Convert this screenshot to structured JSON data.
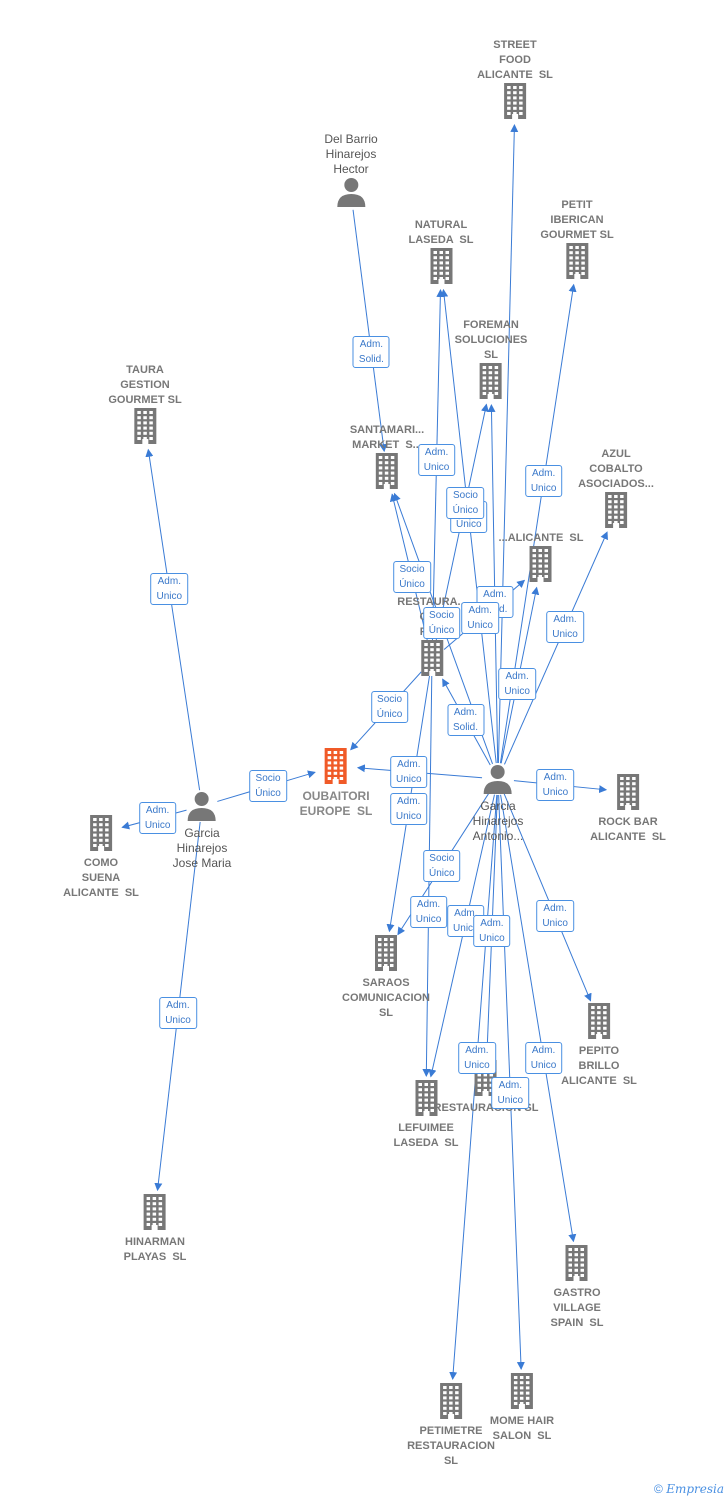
{
  "nodes": {
    "street_food": {
      "label": "STREET\nFOOD\nALICANTE  SL",
      "type": "company"
    },
    "del_barrio": {
      "label": "Del Barrio\nHinarejos\nHector",
      "type": "person"
    },
    "natural_laseda": {
      "label": "NATURAL\nLASEDA  SL",
      "type": "company"
    },
    "petit_iberican": {
      "label": "PETIT\nIBERICAN\nGOURMET SL",
      "type": "company"
    },
    "foreman": {
      "label": "FOREMAN\nSOLUCIONES\nSL",
      "type": "company"
    },
    "taura": {
      "label": "TAURA\nGESTION\nGOURMET SL",
      "type": "company"
    },
    "santamarina": {
      "label": "SANTAMARI...\nMARKET  S...",
      "type": "company"
    },
    "azul_cobalto": {
      "label": "AZUL\nCOBALTO\nASOCIADOS...",
      "type": "company"
    },
    "alicante_sl": {
      "label": "...ALICANTE  SL",
      "type": "company"
    },
    "restaura_gestion": {
      "label": "RESTAURA...\nGE...\nFO...",
      "type": "company"
    },
    "oubaitori": {
      "label": "OUBAITORI\nEUROPE  SL",
      "type": "main"
    },
    "garcia_antonio": {
      "label": "Garcia\nHinarejos\nAntonio...",
      "type": "person"
    },
    "rock_bar": {
      "label": "ROCK BAR\nALICANTE  SL",
      "type": "company"
    },
    "como_suena": {
      "label": "COMO\nSUENA\nALICANTE  SL",
      "type": "company"
    },
    "garcia_jose": {
      "label": "Garcia\nHinarejos\nJose Maria",
      "type": "person"
    },
    "saraos": {
      "label": "SARAOS\nCOMUNICACION\nSL",
      "type": "company"
    },
    "pepito_brillo": {
      "label": "PEPITO\nBRILLO\nALICANTE  SL",
      "type": "company"
    },
    "lefuimee": {
      "label": "LEFUIMEE\nLASEDA  SL",
      "type": "company"
    },
    "restauracion_sl": {
      "label": "RESTAURACION SL",
      "type": "company"
    },
    "hinarman": {
      "label": "HINARMAN\nPLAYAS  SL",
      "type": "company"
    },
    "gastro_village": {
      "label": "GASTRO\nVILLAGE\nSPAIN  SL",
      "type": "company"
    },
    "petimetre": {
      "label": "PETIMETRE\nRESTAURACION\nSL",
      "type": "company"
    },
    "mome_hair": {
      "label": "MOME HAIR\nSALON  SL",
      "type": "company"
    }
  },
  "edges": [
    {
      "from": "garcia_antonio",
      "to": "street_food",
      "label": ""
    },
    {
      "from": "garcia_antonio",
      "to": "natural_laseda",
      "label": "Socio\nÚnico"
    },
    {
      "from": "garcia_antonio",
      "to": "petit_iberican",
      "label": "Adm.\nUnico"
    },
    {
      "from": "garcia_antonio",
      "to": "foreman",
      "label": "Adm.\nSolid."
    },
    {
      "from": "garcia_antonio",
      "to": "santamarina",
      "label": "Socio\nÚnico"
    },
    {
      "from": "garcia_antonio",
      "to": "azul_cobalto",
      "label": "Adm.\nUnico"
    },
    {
      "from": "garcia_antonio",
      "to": "alicante_sl",
      "label": "Adm.\nUnico"
    },
    {
      "from": "garcia_antonio",
      "to": "restaura_gestion",
      "label": "Adm.\nSolid."
    },
    {
      "from": "garcia_antonio",
      "to": "oubaitori",
      "label": "Adm.\nUnico"
    },
    {
      "from": "garcia_antonio",
      "to": "rock_bar",
      "label": "Adm.\nUnico"
    },
    {
      "from": "garcia_antonio",
      "to": "saraos",
      "label": "Socio\nÚnico"
    },
    {
      "from": "garcia_antonio",
      "to": "pepito_brillo",
      "label": "Adm.\nUnico"
    },
    {
      "from": "garcia_antonio",
      "to": "lefuimee",
      "label": "Adm.\nUnico"
    },
    {
      "from": "garcia_antonio",
      "to": "restauracion_sl",
      "label": "Adm.\nUnico"
    },
    {
      "from": "garcia_antonio",
      "to": "gastro_village",
      "label": "Adm.\nUnico"
    },
    {
      "from": "garcia_antonio",
      "to": "petimetre",
      "label": "Adm.\nUnico"
    },
    {
      "from": "garcia_antonio",
      "to": "mome_hair",
      "label": "Adm.\nUnico"
    },
    {
      "from": "del_barrio",
      "to": "santamarina",
      "label": "Adm.\nSolid."
    },
    {
      "from": "restaura_gestion",
      "to": "oubaitori",
      "label": "Socio\nÚnico"
    },
    {
      "from": "restaura_gestion",
      "to": "natural_laseda",
      "label": "Adm.\nUnico"
    },
    {
      "from": "restaura_gestion",
      "to": "foreman",
      "label": "Socio\nÚnico"
    },
    {
      "from": "restaura_gestion",
      "to": "santamarina",
      "label": "Socio\nÚnico"
    },
    {
      "from": "restaura_gestion",
      "to": "saraos",
      "label": "Adm.\nUnico"
    },
    {
      "from": "restaura_gestion",
      "to": "lefuimee",
      "label": "Adm.\nUnico"
    },
    {
      "from": "restaura_gestion",
      "to": "alicante_sl",
      "label": "Adm.\nUnico"
    },
    {
      "from": "garcia_jose",
      "to": "oubaitori",
      "label": "Socio\nÚnico"
    },
    {
      "from": "garcia_jose",
      "to": "taura",
      "label": "Adm.\nUnico"
    },
    {
      "from": "garcia_jose",
      "to": "como_suena",
      "label": "Adm.\nUnico"
    },
    {
      "from": "garcia_jose",
      "to": "hinarman",
      "label": "Adm.\nUnico"
    }
  ],
  "footer": {
    "copyright": "©",
    "brand": "Empresia"
  },
  "colors": {
    "edge": "#3a7bd5",
    "icon": "#777777",
    "main_icon": "#f05a28",
    "label_border": "#4a90e2"
  }
}
